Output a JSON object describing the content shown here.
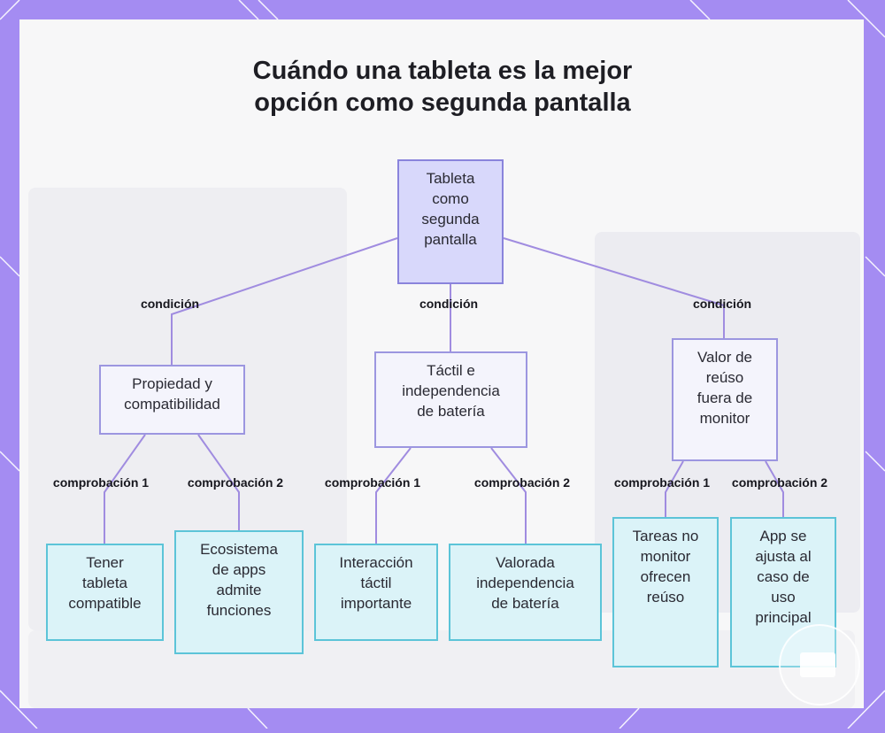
{
  "title_lines": [
    "Cuándo una tableta es la mejor",
    "opción como segunda pantalla"
  ],
  "root": {
    "lines": [
      "Tableta",
      "como",
      "segunda",
      "pantalla"
    ]
  },
  "branches": [
    {
      "label": "condición",
      "node": {
        "lines": [
          "Propiedad y",
          "compatibilidad"
        ]
      },
      "checks": [
        {
          "label": "comprobación 1",
          "node": {
            "lines": [
              "Tener",
              "tableta",
              "compatible"
            ]
          }
        },
        {
          "label": "comprobación 2",
          "node": {
            "lines": [
              "Ecosistema",
              "de apps",
              "admite",
              "funciones"
            ]
          }
        }
      ]
    },
    {
      "label": "condición",
      "node": {
        "lines": [
          "Táctil e",
          "independencia",
          "de batería"
        ]
      },
      "checks": [
        {
          "label": "comprobación 1",
          "node": {
            "lines": [
              "Interacción",
              "táctil",
              "importante"
            ]
          }
        },
        {
          "label": "comprobación 2",
          "node": {
            "lines": [
              "Valorada",
              "independencia",
              "de batería"
            ]
          }
        }
      ]
    },
    {
      "label": "condición",
      "node": {
        "lines": [
          "Valor de",
          "reúso",
          "fuera de",
          "monitor"
        ]
      },
      "checks": [
        {
          "label": "comprobación 1",
          "node": {
            "lines": [
              "Tareas no",
              "monitor",
              "ofrecen",
              "reúso"
            ]
          }
        },
        {
          "label": "comprobación 2",
          "node": {
            "lines": [
              "App se",
              "ajusta al",
              "caso de",
              "uso",
              "principal"
            ]
          }
        }
      ]
    }
  ],
  "colors": {
    "frame": "#a48cf2",
    "root_fill": "#d8d8fb",
    "mid_fill": "#f4f4fc",
    "leaf_fill": "#dbf3f8",
    "link": "#a08ce0"
  }
}
